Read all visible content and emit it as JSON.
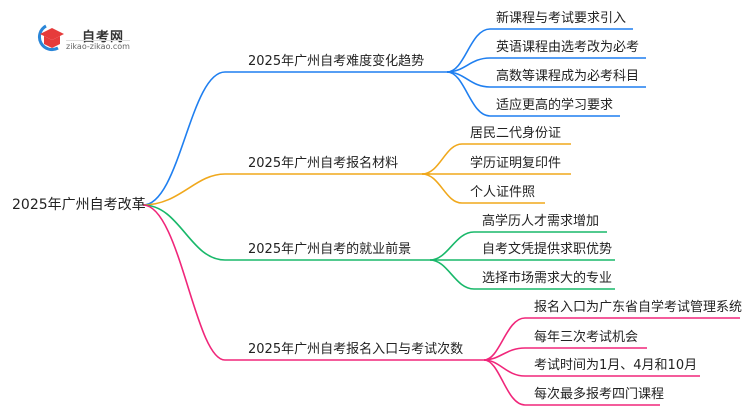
{
  "logo": {
    "title": "自考网",
    "url": "zikao-zikao.com"
  },
  "colors": {
    "blue": "#1f7ff0",
    "orange": "#f0a81c",
    "green": "#19b86a",
    "pink": "#f0267a"
  },
  "root": {
    "label": "2025年广州自考改革"
  },
  "branches": [
    {
      "label": "2025年广州自考难度变化趋势",
      "color": "blue",
      "children": [
        "新课程与考试要求引入",
        "英语课程由选考改为必考",
        "高数等课程成为必考科目",
        "适应更高的学习要求"
      ]
    },
    {
      "label": "2025年广州自考报名材料",
      "color": "orange",
      "children": [
        "居民二代身份证",
        "学历证明复印件",
        "个人证件照"
      ]
    },
    {
      "label": "2025年广州自考的就业前景",
      "color": "green",
      "children": [
        "高学历人才需求增加",
        "自考文凭提供求职优势",
        "选择市场需求大的专业"
      ]
    },
    {
      "label": "2025年广州自考报名入口与考试次数",
      "color": "pink",
      "children": [
        "报名入口为广东省自学考试管理系统",
        "每年三次考试机会",
        "考试时间为1月、4月和10月",
        "每次最多报考四门课程"
      ]
    }
  ]
}
